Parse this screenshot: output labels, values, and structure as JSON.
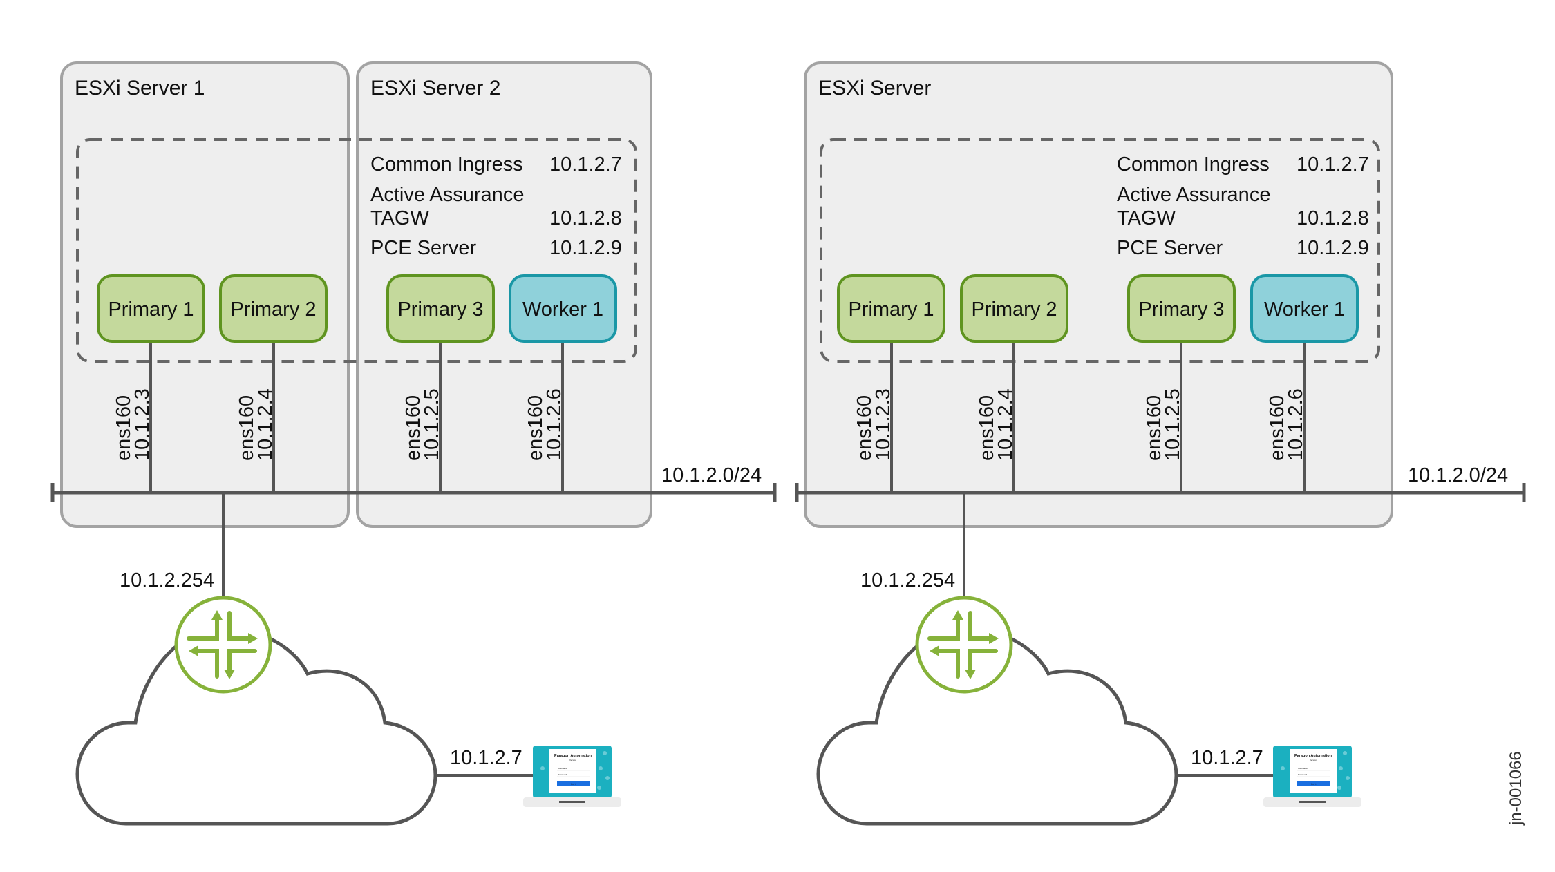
{
  "colors": {
    "primary_fill": "#c4d99c",
    "primary_stroke": "#5f9420",
    "worker_fill": "#8fd1da",
    "worker_stroke": "#1a97a6",
    "router": "#86b23a",
    "laptop_screen": "#1bb0c0",
    "laptop_button": "#1a6fe0"
  },
  "diagrams": [
    {
      "name": "multi-server",
      "servers": [
        {
          "title": "ESXi Server 1"
        },
        {
          "title": "ESXi Server 2"
        }
      ],
      "services": [
        {
          "label": "Common Ingress",
          "ip": "10.1.2.7"
        },
        {
          "label": "Active Assurance",
          "ip": ""
        },
        {
          "label": "TAGW",
          "ip": "10.1.2.8"
        },
        {
          "label": "PCE Server",
          "ip": "10.1.2.9"
        }
      ],
      "nodes": [
        {
          "label": "Primary 1",
          "role": "primary",
          "iface": "ens160",
          "ip": "10.1.2.3"
        },
        {
          "label": "Primary 2",
          "role": "primary",
          "iface": "ens160",
          "ip": "10.1.2.4"
        },
        {
          "label": "Primary 3",
          "role": "primary",
          "iface": "ens160",
          "ip": "10.1.2.5"
        },
        {
          "label": "Worker 1",
          "role": "worker",
          "iface": "ens160",
          "ip": "10.1.2.6"
        }
      ],
      "subnet": "10.1.2.0/24",
      "gateway_ip": "10.1.2.254",
      "client_ip": "10.1.2.7",
      "laptop": {
        "app_title": "Paragon Automation",
        "version": "Version",
        "username": "Username",
        "password": "Password",
        "login": "Log in"
      }
    },
    {
      "name": "single-server",
      "servers": [
        {
          "title": "ESXi Server"
        }
      ],
      "services": [
        {
          "label": "Common Ingress",
          "ip": "10.1.2.7"
        },
        {
          "label": "Active Assurance",
          "ip": ""
        },
        {
          "label": "TAGW",
          "ip": "10.1.2.8"
        },
        {
          "label": "PCE Server",
          "ip": "10.1.2.9"
        }
      ],
      "nodes": [
        {
          "label": "Primary 1",
          "role": "primary",
          "iface": "ens160",
          "ip": "10.1.2.3"
        },
        {
          "label": "Primary 2",
          "role": "primary",
          "iface": "ens160",
          "ip": "10.1.2.4"
        },
        {
          "label": "Primary 3",
          "role": "primary",
          "iface": "ens160",
          "ip": "10.1.2.5"
        },
        {
          "label": "Worker 1",
          "role": "worker",
          "iface": "ens160",
          "ip": "10.1.2.6"
        }
      ],
      "subnet": "10.1.2.0/24",
      "gateway_ip": "10.1.2.254",
      "client_ip": "10.1.2.7",
      "laptop": {
        "app_title": "Paragon Automation",
        "version": "Version",
        "username": "Username",
        "password": "Password",
        "login": "Log in"
      }
    }
  ],
  "watermark": "jn-001066"
}
